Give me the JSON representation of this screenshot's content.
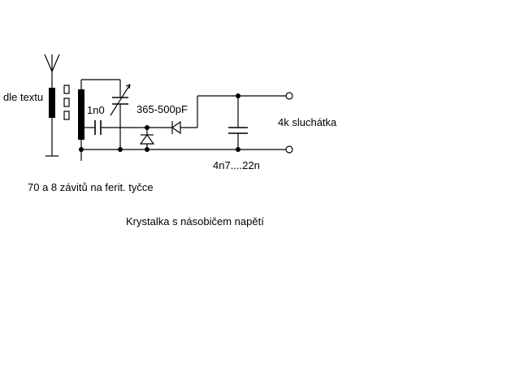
{
  "labels": {
    "antenna_note": "dle textu",
    "coupling_cap": "1n0",
    "tuning_cap": "365-500pF",
    "headphones": "4k sluchátka",
    "output_cap": "4n7....22n",
    "coil_note": "70 a 8 závitů na ferit. tyčce",
    "caption": "Krystalka s násobičem napětí"
  },
  "colors": {
    "ink": "#000000",
    "background": "#ffffff"
  }
}
